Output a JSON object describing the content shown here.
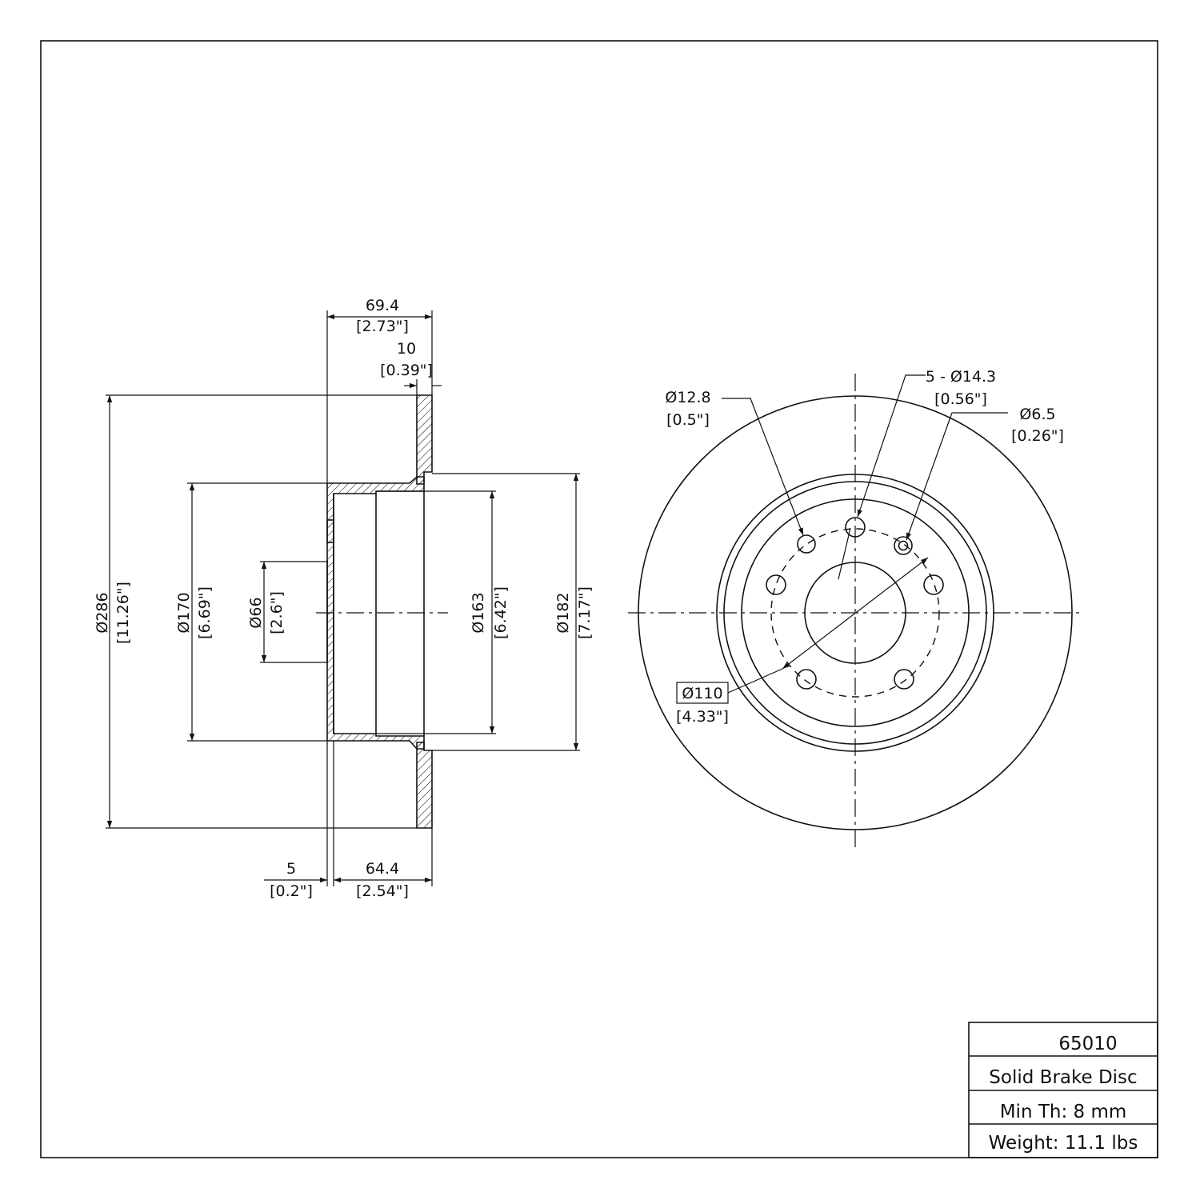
{
  "title_block": {
    "part_number": "65010",
    "description": "Solid Brake Disc",
    "min_thickness": "Min Th: 8 mm",
    "weight": "Weight: 11.1 lbs"
  },
  "side_view": {
    "overall_height": {
      "mm": "69.4",
      "in": "[2.73\"]"
    },
    "disc_thickness": {
      "mm": "10",
      "in": "[0.39\"]"
    },
    "outer_diameter": {
      "mm": "Ø286",
      "in": "[11.26\"]"
    },
    "hat_outer_diameter": {
      "mm": "Ø170",
      "in": "[6.69\"]"
    },
    "center_bore": {
      "mm": "Ø66",
      "in": "[2.6\"]"
    },
    "hat_inner_diameter": {
      "mm": "Ø163",
      "in": "[6.42\"]"
    },
    "hat_flange_diameter": {
      "mm": "Ø182",
      "in": "[7.17\"]"
    },
    "hat_wall": {
      "mm": "5",
      "in": "[0.2\"]"
    },
    "hat_depth": {
      "mm": "64.4",
      "in": "[2.54\"]"
    }
  },
  "front_view": {
    "bolt_holes": {
      "mm": "5 - Ø14.3",
      "in": "[0.56\"]"
    },
    "locating_holes": {
      "mm": "Ø12.8",
      "in": "[0.5\"]"
    },
    "small_hole": {
      "mm": "Ø6.5",
      "in": "[0.26\"]"
    },
    "bolt_circle": {
      "mm": "Ø110",
      "in": "[4.33\"]"
    }
  }
}
